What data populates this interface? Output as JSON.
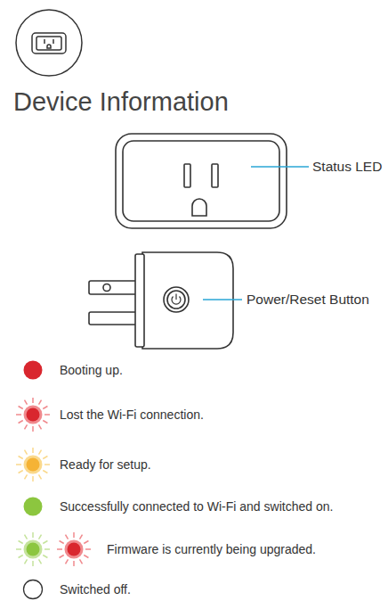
{
  "diagram": {
    "title": "Device Information",
    "labels": [
      "Status LED",
      "Power/Reset Button"
    ],
    "legend": [
      {
        "text": "Booting up.",
        "color": "#d9262e"
      },
      {
        "text": "Lost the Wi-Fi connection."
      },
      {
        "text": "Ready for setup."
      },
      {
        "text": "Successfully connected to Wi-Fi and switched on.",
        "color": "#8cc63f"
      },
      {
        "text": "Firmware is currently being upgraded."
      },
      {
        "text": "Switched off."
      }
    ]
  }
}
